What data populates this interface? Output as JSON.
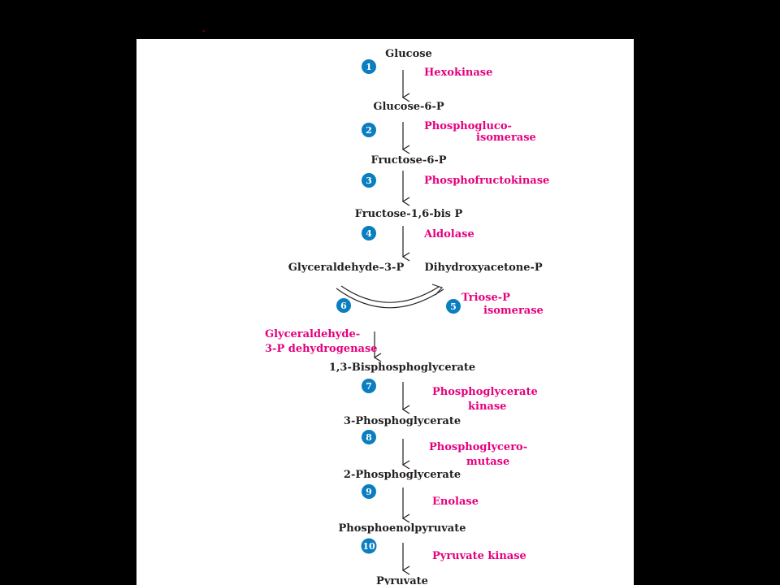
{
  "colors": {
    "background": "#000000",
    "panel": "#ffffff",
    "metabolite_text": "#231f20",
    "enzyme_text": "#e5007e",
    "step_badge": "#0b7ec0",
    "step_text": "#ffffff"
  },
  "top_mark": "-",
  "metabolites": {
    "m1": "Glucose",
    "m2": "Glucose-6-P",
    "m3": "Fructose-6-P",
    "m4": "Fructose-1,6-bis P",
    "m5a": "Glyceraldehyde–3-P",
    "m5b": "Dihydroxyacetone-P",
    "m6": "1,3-Bisphosphoglycerate",
    "m7": "3-Phosphoglycerate",
    "m8": "2-Phosphoglycerate",
    "m9": "Phosphoenolpyruvate",
    "m10": "Pyruvate"
  },
  "enzymes": {
    "e1": [
      "Hexokinase"
    ],
    "e2": [
      "Phosphogluco-",
      "isomerase"
    ],
    "e3": [
      "Phosphofructokinase"
    ],
    "e4": [
      "Aldolase"
    ],
    "e5": [
      "Triose-P",
      "isomerase"
    ],
    "e6": [
      "Glyceraldehyde-",
      "3-P dehydrogenase"
    ],
    "e7": [
      "Phosphoglycerate",
      "kinase"
    ],
    "e8": [
      "Phosphoglycero-",
      "mutase"
    ],
    "e9": [
      "Enolase"
    ],
    "e10": [
      "Pyruvate kinase"
    ]
  },
  "steps": {
    "s1": "1",
    "s2": "2",
    "s3": "3",
    "s4": "4",
    "s5": "5",
    "s6": "6",
    "s7": "7",
    "s8": "8",
    "s9": "9",
    "s10": "10"
  }
}
